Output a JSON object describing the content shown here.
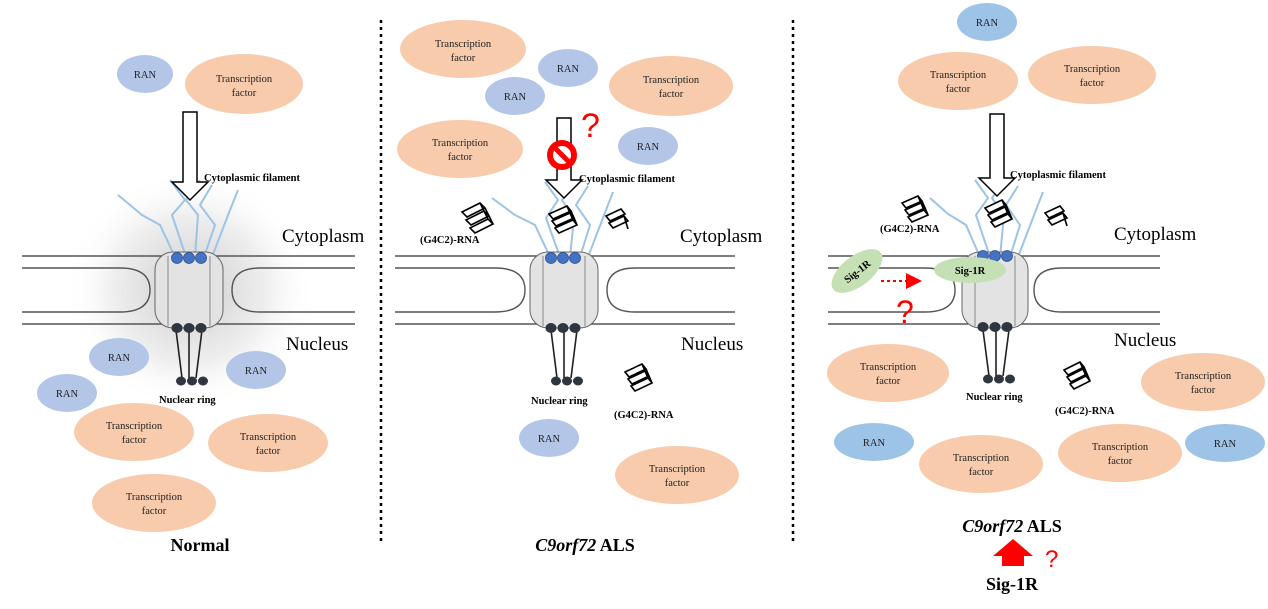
{
  "labels": {
    "ran": "RAN",
    "tf_line1": "Transcription",
    "tf_line2": "factor",
    "cytoplasmic_filament": "Cytoplasmic filament",
    "nuclear_ring": "Nuclear ring",
    "cytoplasm": "Cytoplasm",
    "nucleus": "Nucleus",
    "g4c2_rna": "(G4C2)-RNA",
    "sig1r": "Sig-1R",
    "question": "?"
  },
  "panels": [
    {
      "id": "normal",
      "caption_italic": "",
      "caption_rest": "Normal"
    },
    {
      "id": "c9-als",
      "caption_italic": "C9orf72",
      "caption_rest": " ALS"
    },
    {
      "id": "c9-als-sig1r",
      "caption_italic": "C9orf72",
      "caption_rest": " ALS",
      "subcaption": "Sig-1R"
    }
  ],
  "colors": {
    "ran_fill": "#b3c6e7",
    "ran_fill_dark": "#9dc3e6",
    "tf_fill": "#f8cbad",
    "sig1r_fill": "#c5e0b4",
    "pore_fill": "#e3e3e3",
    "bead_blue": "#4472c4",
    "bead_dark": "#2f3640",
    "filament": "#9dc3e6",
    "alert_red": "#ff0000"
  }
}
